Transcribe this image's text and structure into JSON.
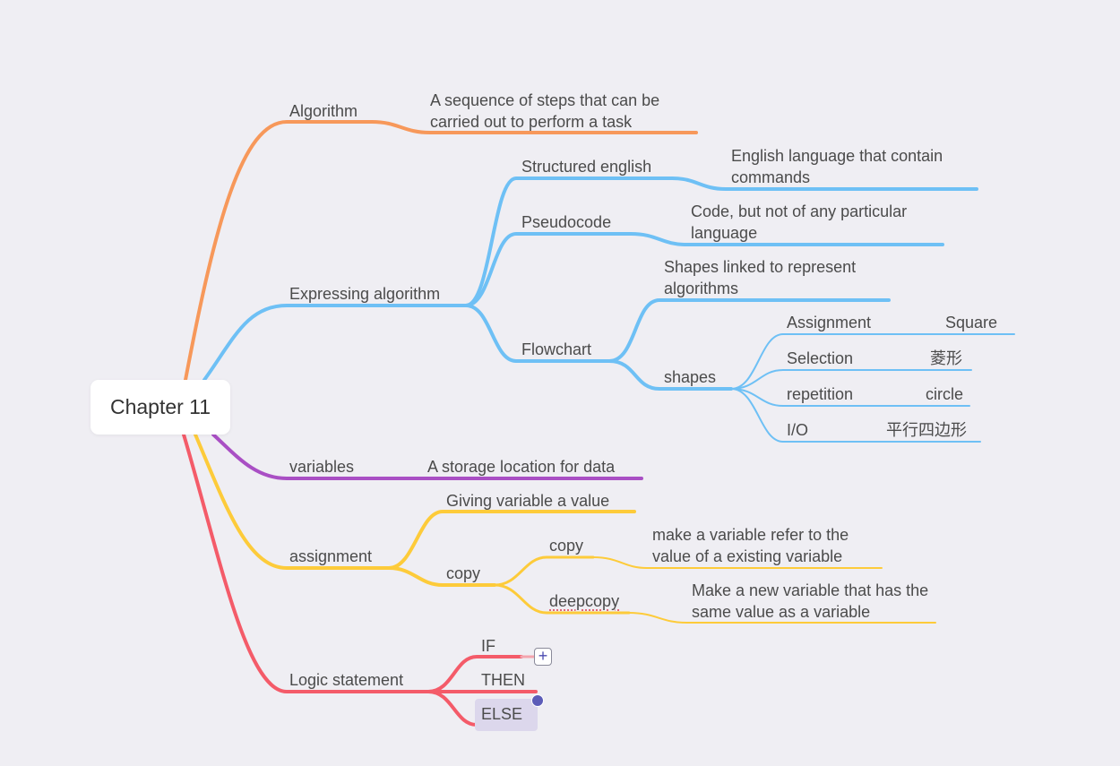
{
  "colors": {
    "background": "#efeef3",
    "orange": "#f7985a",
    "blue": "#6ec0f5",
    "purple": "#a94fc4",
    "yellow": "#fdcb3a",
    "red": "#f45b69"
  },
  "map": {
    "root": "Chapter 11",
    "algorithm": {
      "label": "Algorithm",
      "definition": "A sequence of steps that can be carried out to perform a task"
    },
    "expressing": {
      "label": "Expressing algorithm",
      "structured": {
        "label": "Structured english",
        "desc": "English language that contain commands"
      },
      "pseudocode": {
        "label": "Pseudocode",
        "desc": "Code, but not of any particular language"
      },
      "flowchart": {
        "label": "Flowchart",
        "desc": "Shapes linked to represent algorithms",
        "shapes": {
          "label": "shapes",
          "items": [
            {
              "label": "Assignment",
              "value": "Square"
            },
            {
              "label": "Selection",
              "value": "菱形"
            },
            {
              "label": "repetition",
              "value": "circle"
            },
            {
              "label": "I/O",
              "value": "平行四边形"
            }
          ]
        }
      }
    },
    "variables": {
      "label": "variables",
      "desc": "A storage location for data"
    },
    "assignment": {
      "label": "assignment",
      "giving": "Giving variable a value",
      "copy": {
        "label": "copy",
        "shallow": {
          "label": "copy",
          "desc": "make a variable refer to the value of a existing variable"
        },
        "deep": {
          "label": "deepcopy",
          "desc": "Make a new variable that has the same value as a variable"
        }
      }
    },
    "logic": {
      "label": "Logic statement",
      "if": "IF",
      "then": "THEN",
      "else": "ELSE"
    }
  },
  "icons": {
    "expand": "plus-icon",
    "expand_glyph": "+"
  }
}
